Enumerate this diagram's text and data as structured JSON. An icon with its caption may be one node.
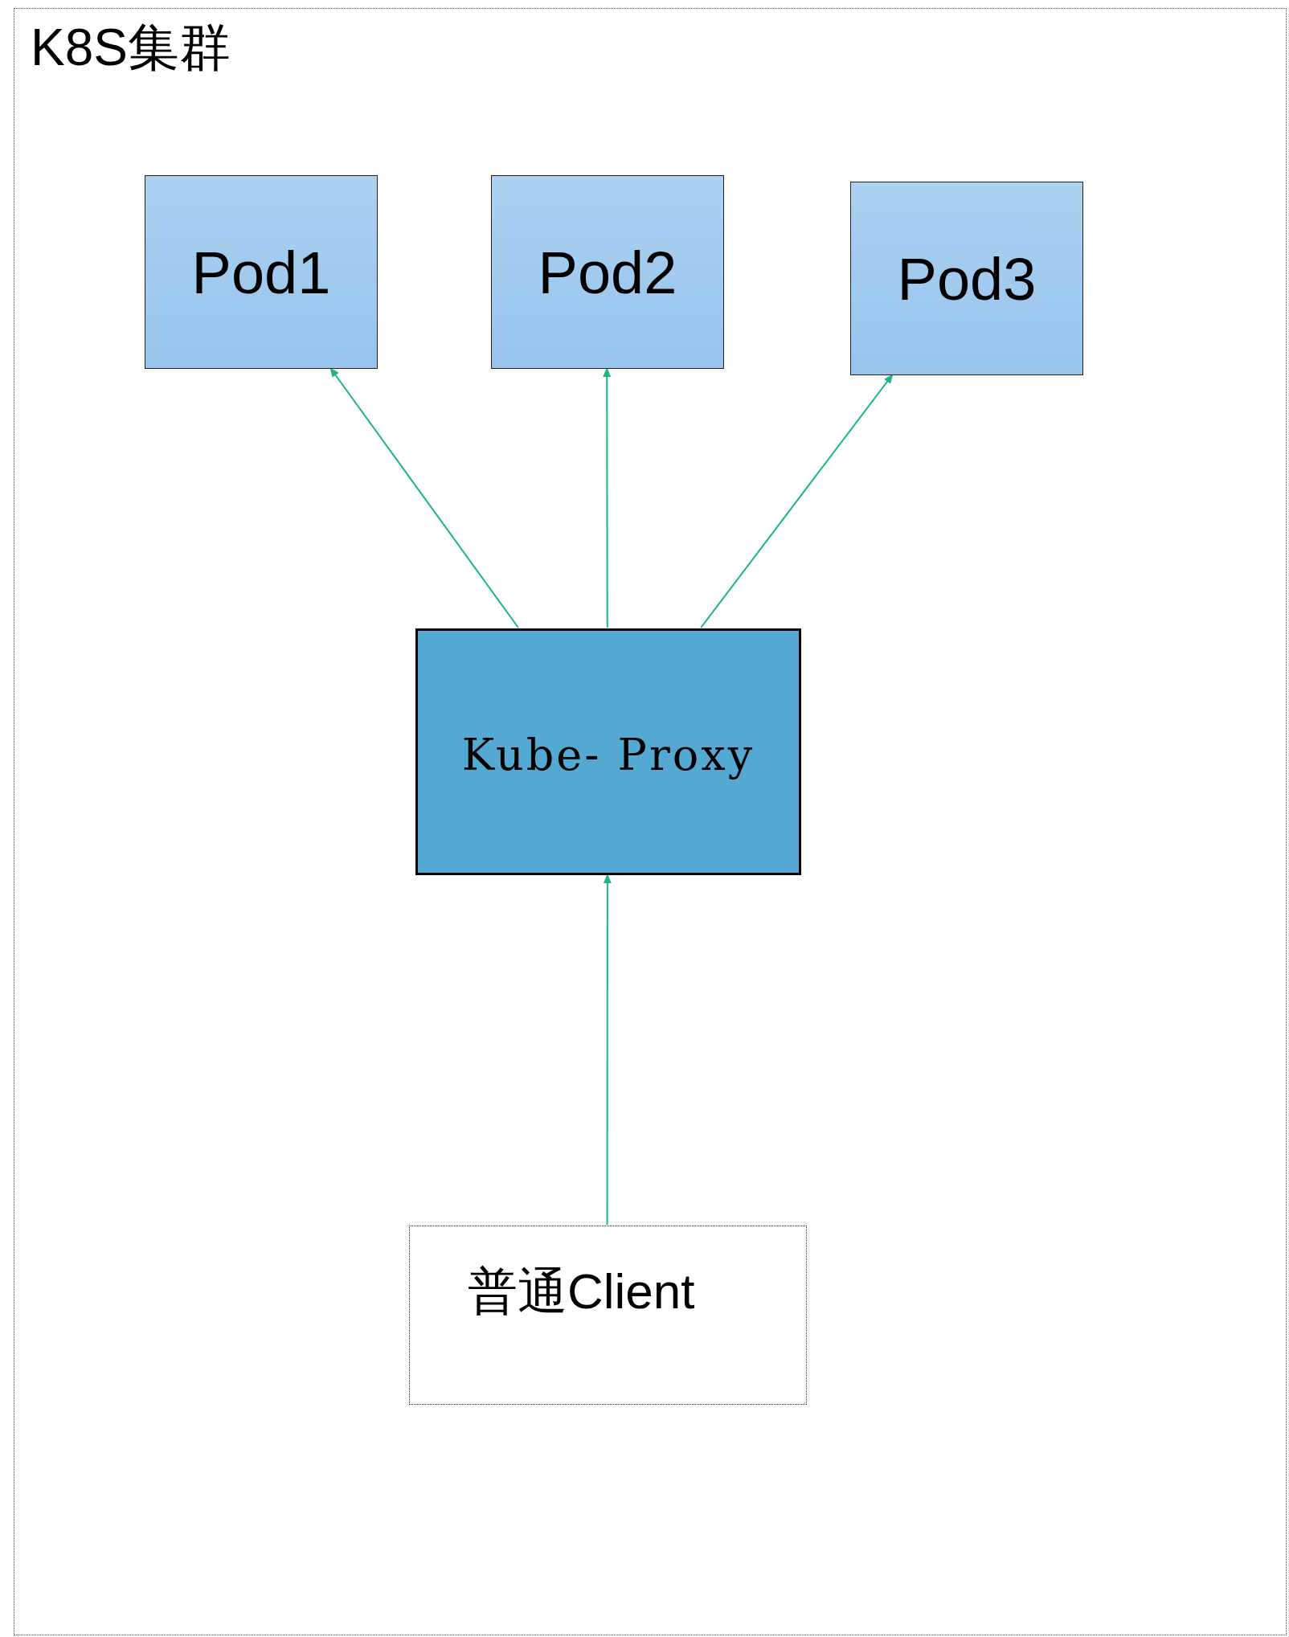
{
  "diagram": {
    "nodes": [
      {
        "text": [
          "K8S集群"
        ]
      },
      {
        "text": [
          "Pod1"
        ],
        "in": 0
      },
      {
        "text": [
          "Pod2"
        ],
        "in": 0
      },
      {
        "text": [
          "Pod3"
        ],
        "in": 0
      },
      {
        "text": [
          "Kube- Proxy"
        ],
        "in": 0
      },
      {
        "text": [
          "普通Client"
        ],
        "in": 0
      }
    ],
    "edges": [
      {
        "from": 4,
        "to": 1,
        "arrow": "to"
      },
      {
        "from": 4,
        "to": 2,
        "arrow": "to"
      },
      {
        "from": 4,
        "to": 3,
        "arrow": "to"
      },
      {
        "from": 5,
        "to": 4,
        "arrow": "to"
      }
    ]
  }
}
